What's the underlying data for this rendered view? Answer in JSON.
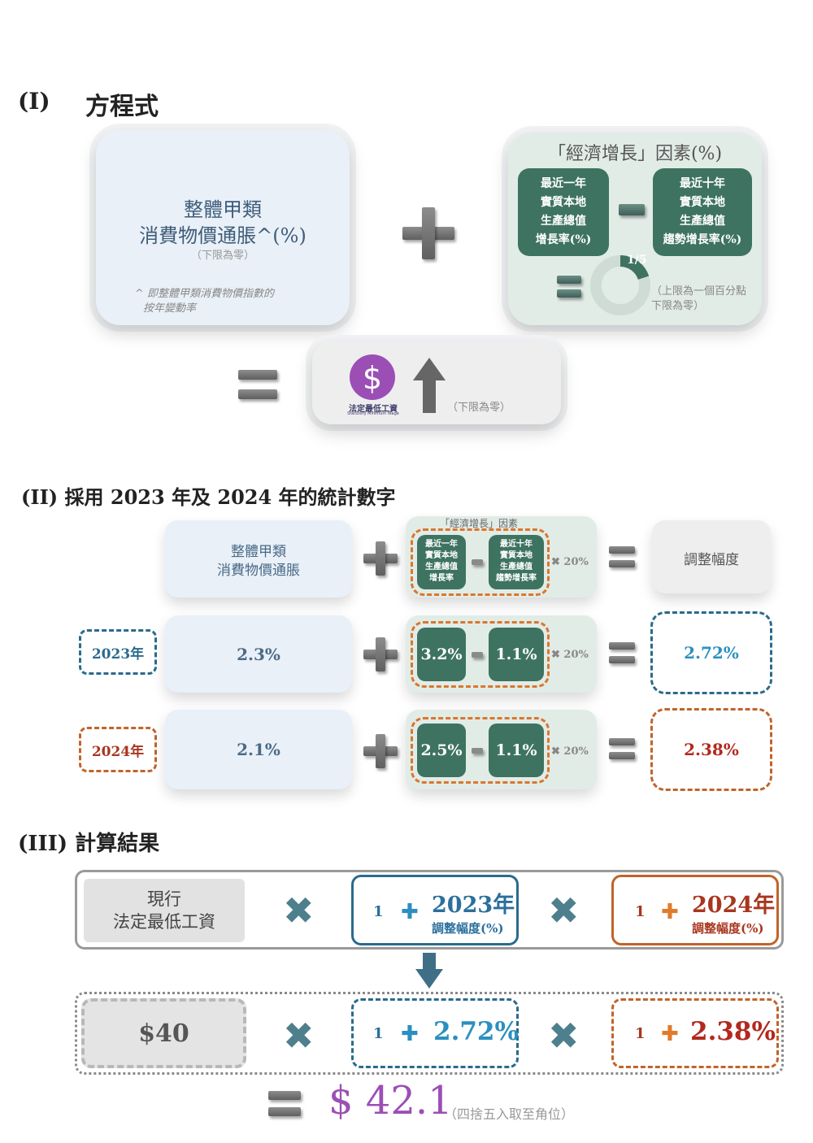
{
  "section1": {
    "title_num": "(I)",
    "title": "方程式",
    "cpi_line1": "整體甲類",
    "cpi_line2": "消費物價通脹^(%)",
    "cpi_floor": "（下限為零）",
    "cpi_note1": "^ 即整體甲類消費物價指數的",
    "cpi_note2": "按年變動率",
    "econ_title": "「經濟增長」因素(%)",
    "econ_left": [
      "最近一年",
      "實質本地",
      "生產總值",
      "增長率(%)"
    ],
    "econ_right": [
      "最近十年",
      "實質本地",
      "生產總值",
      "趨勢增長率(%)"
    ],
    "fraction": "1/5",
    "econ_limit1": "（上限為一個百分點",
    "econ_limit2": "下限為零）",
    "smw_logo_cn": "法定最低工資",
    "smw_logo_en": "Statutory Minimum Wage",
    "result_floor": "（下限為零）"
  },
  "section2": {
    "title": "(II)  採用 2023 年及 2024 年的統計數字",
    "header_cpi_line1": "整體甲類",
    "header_cpi_line2": "消費物價通脹",
    "header_econ_title": "「經濟增長」因素",
    "header_left": [
      "最近一年",
      "實質本地",
      "生產總值",
      "增長率"
    ],
    "header_right": [
      "最近十年",
      "實質本地",
      "生產總值",
      "趨勢增長率"
    ],
    "header_factor": "20%",
    "header_result": "調整幅度",
    "rows": [
      {
        "year": "2023年",
        "cpi": "2.3%",
        "gdp1": "3.2%",
        "gdp10": "1.1%",
        "factor": "20%",
        "result": "2.72%"
      },
      {
        "year": "2024年",
        "cpi": "2.1%",
        "gdp1": "2.5%",
        "gdp10": "1.1%",
        "factor": "20%",
        "result": "2.38%"
      }
    ]
  },
  "section3": {
    "title": "(III) 計算結果",
    "current_line1": "現行",
    "current_line2": "法定最低工資",
    "one": "1",
    "y2023": "2023年",
    "y2024": "2024年",
    "adj_label": "調整幅度(%)",
    "current_value": "$40",
    "v2023": "2.72%",
    "v2024": "2.38%",
    "result_value": "$ 42.1",
    "result_note": "（四捨五入取至角位）"
  },
  "colors": {
    "teal": "#3e7361",
    "orange": "#d9772e",
    "blue_text": "#2b8fc0",
    "red_text": "#b3281e",
    "purple": "#9b4fb5"
  }
}
